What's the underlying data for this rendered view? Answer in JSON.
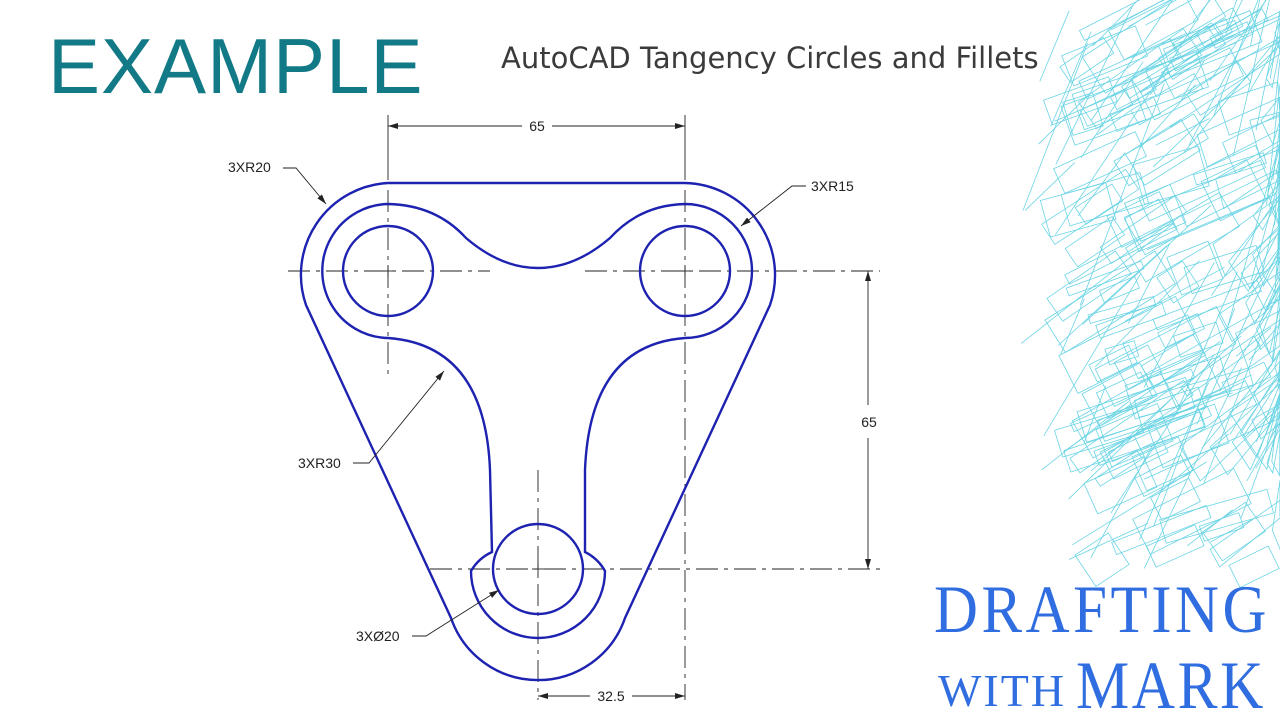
{
  "slide": {
    "heading": "EXAMPLE",
    "subheading": "AutoCAD Tangency Circles and Fillets"
  },
  "drawing": {
    "dimensions": {
      "top_width": "65",
      "right_height": "65",
      "bottom_offset": "32.5"
    },
    "callouts": {
      "outer_fillet": "3XR20",
      "inner_fillet": "3XR15",
      "concave_arc": "3XR30",
      "holes": "3XØ20"
    },
    "colors": {
      "outline": "#1d22b0",
      "dimension": "#222222",
      "wireframe": "#39c6dc"
    }
  },
  "logo": {
    "line1": "DRAFTING",
    "line2_prefix": "WITH",
    "line2_name": "MARK",
    "color": "#2f6de0"
  }
}
